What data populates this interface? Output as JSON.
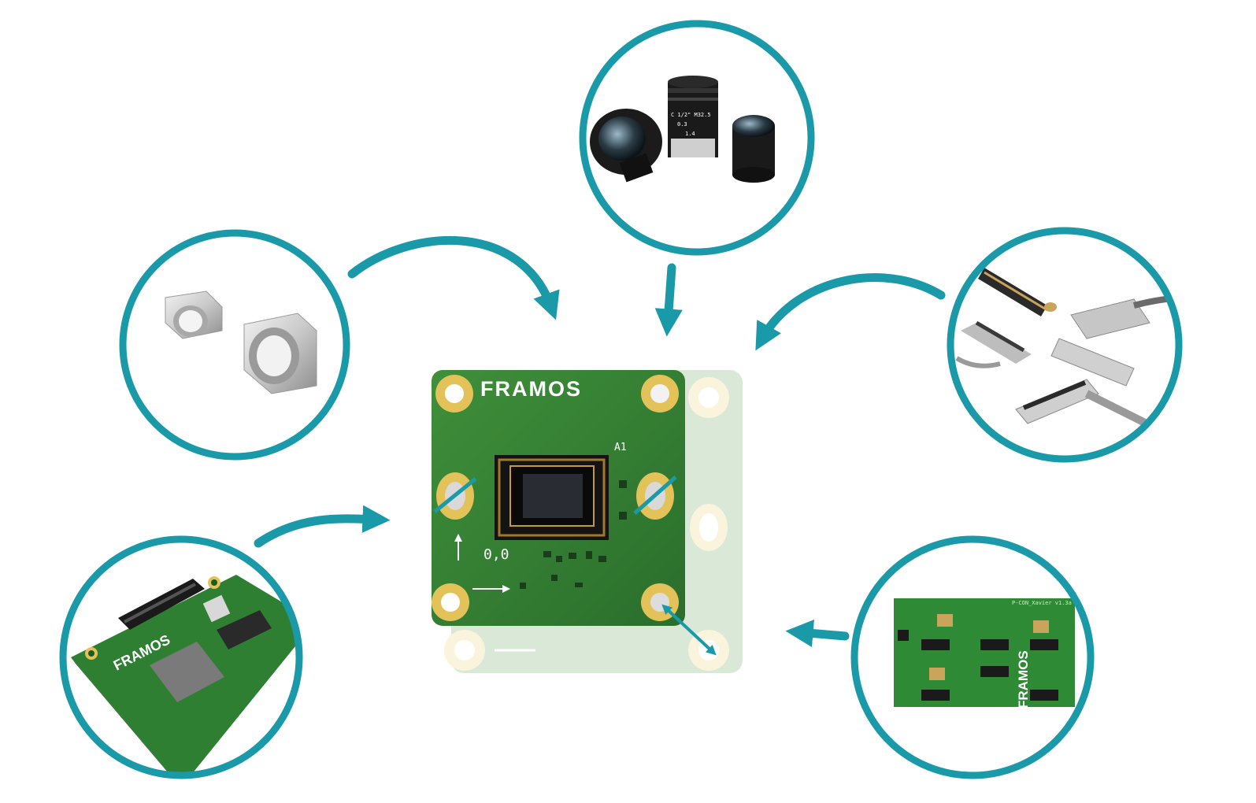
{
  "colors": {
    "accent": "#1a9aa9",
    "pcb_green": "#2e7d32",
    "pcb_green_dark": "#1f5e23",
    "gold": "#e3c25a",
    "silkscreen": "#ffffff"
  },
  "center_board": {
    "brand": "FRAMOS",
    "marker_a1": "A1",
    "origin": "0,0"
  },
  "adapter_board": {
    "brand": "FRAMOS",
    "label": "P-CON_Xavier v1.3a"
  },
  "processor_board": {
    "brand": "FRAMOS"
  },
  "lens": {
    "engraving_1": "C 1/2\" M32.5",
    "engraving_2": "0.3",
    "engraving_3": "1.4"
  },
  "icons": {
    "lens_mounts": "lens-mount-icon",
    "lenses": "camera-lens-icon",
    "cables": "flex-cable-connector-icon",
    "processor": "processor-board-icon",
    "adapter": "adapter-board-icon"
  }
}
